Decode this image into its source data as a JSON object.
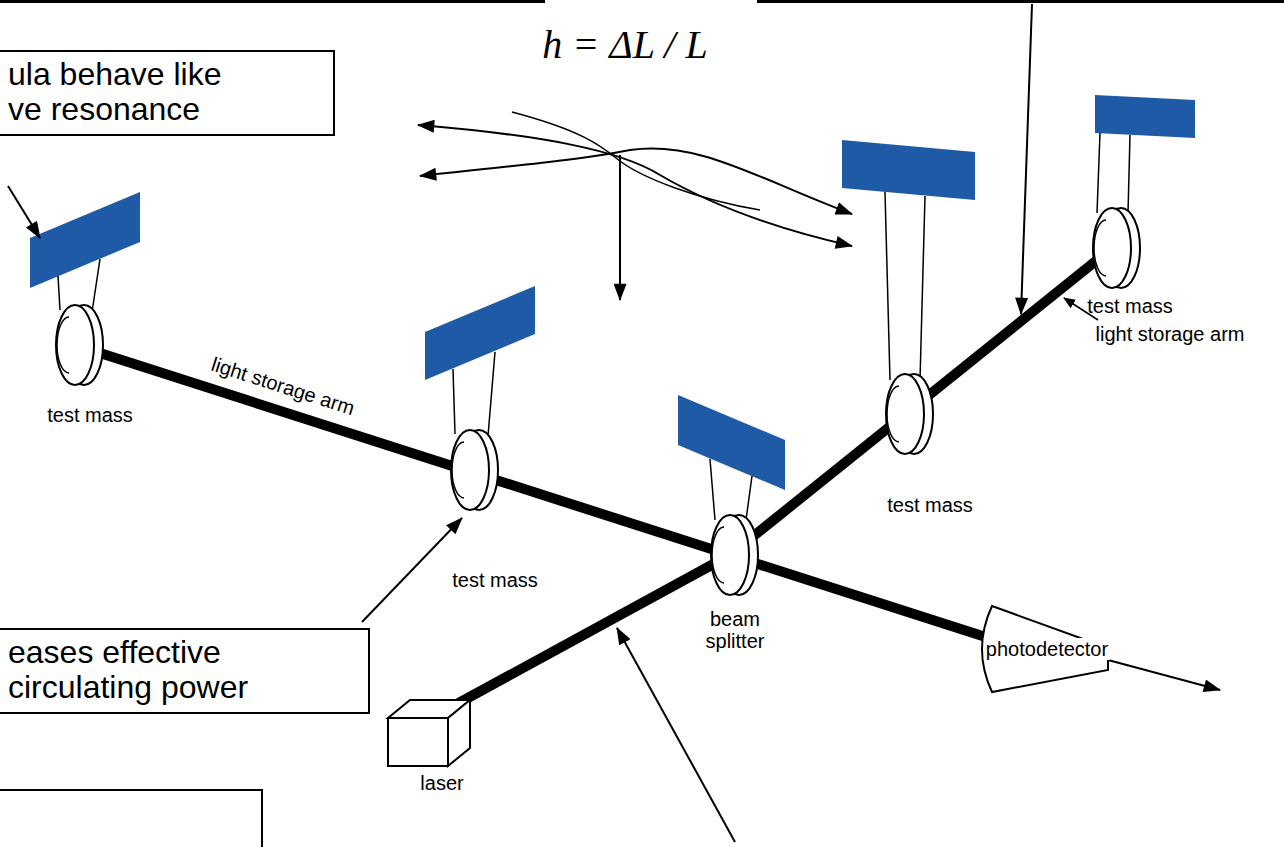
{
  "diagram": {
    "nodes": [
      {
        "text": [
          "ula behave like ve resonance"
        ]
      },
      {
        "text": [
          "eases effective circulating power"
        ]
      }
    ],
    "labels": [
      "h = ΔL / L",
      "test mass",
      "light storage arm",
      "test mass",
      "test mass",
      "test mass",
      "light storage arm",
      "beam splitter",
      "photodetector",
      "laser"
    ]
  }
}
